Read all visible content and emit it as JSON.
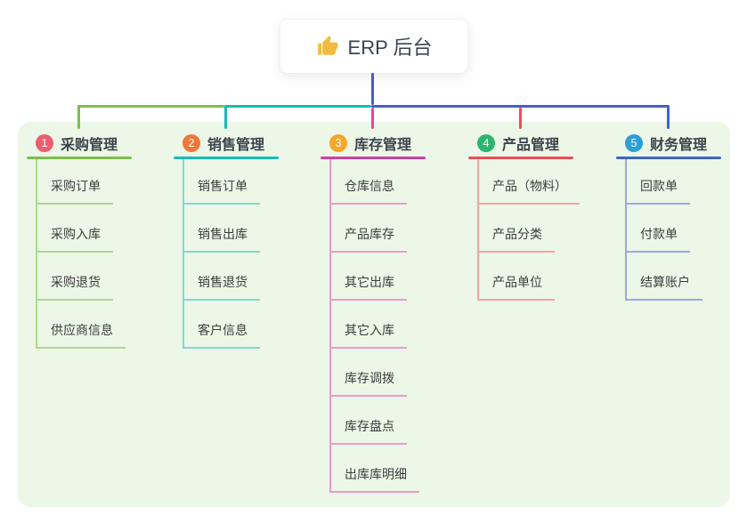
{
  "root": {
    "label": "ERP 后台",
    "icon": "thumbs-up-icon"
  },
  "colors": {
    "page_bg": "#ffffff",
    "panel_bg": "#ecf7e7",
    "stem": "#4a5ec7",
    "thumb": "#f2bb40",
    "root_text": "#3b4450",
    "child_text": "#3d3d3d"
  },
  "branches": [
    {
      "num": "1",
      "label": "采购管理",
      "badge_color": "#ec5f6f",
      "line_color": "#7cbf4b",
      "drop_color": "#7cbf4b",
      "light_color": "#aed88f",
      "children": [
        "采购订单",
        "采购入库",
        "采购退货",
        "供应商信息"
      ]
    },
    {
      "num": "2",
      "label": "销售管理",
      "badge_color": "#f0773c",
      "line_color": "#17bcb2",
      "drop_color": "#17bcb2",
      "light_color": "#82d9d1",
      "children": [
        "销售订单",
        "销售出库",
        "销售退货",
        "客户信息"
      ]
    },
    {
      "num": "3",
      "label": "库存管理",
      "badge_color": "#f7a62a",
      "line_color": "#cf3f9d",
      "drop_color": "#ea43a1",
      "light_color": "#f198cb",
      "children": [
        "仓库信息",
        "产品库存",
        "其它出库",
        "其它入库",
        "库存调拨",
        "库存盘点",
        "出库库明细"
      ]
    },
    {
      "num": "4",
      "label": "产品管理",
      "badge_color": "#2eb56f",
      "line_color": "#ea4e57",
      "drop_color": "#ea4e57",
      "light_color": "#f7a2a5",
      "children": [
        "产品（物料）",
        "产品分类",
        "产品单位"
      ]
    },
    {
      "num": "5",
      "label": "财务管理",
      "badge_color": "#2c9fd9",
      "line_color": "#3e63c9",
      "drop_color": "#3e63c9",
      "light_color": "#97abe2",
      "children": [
        "回款单",
        "付款单",
        "结算账户"
      ]
    }
  ]
}
